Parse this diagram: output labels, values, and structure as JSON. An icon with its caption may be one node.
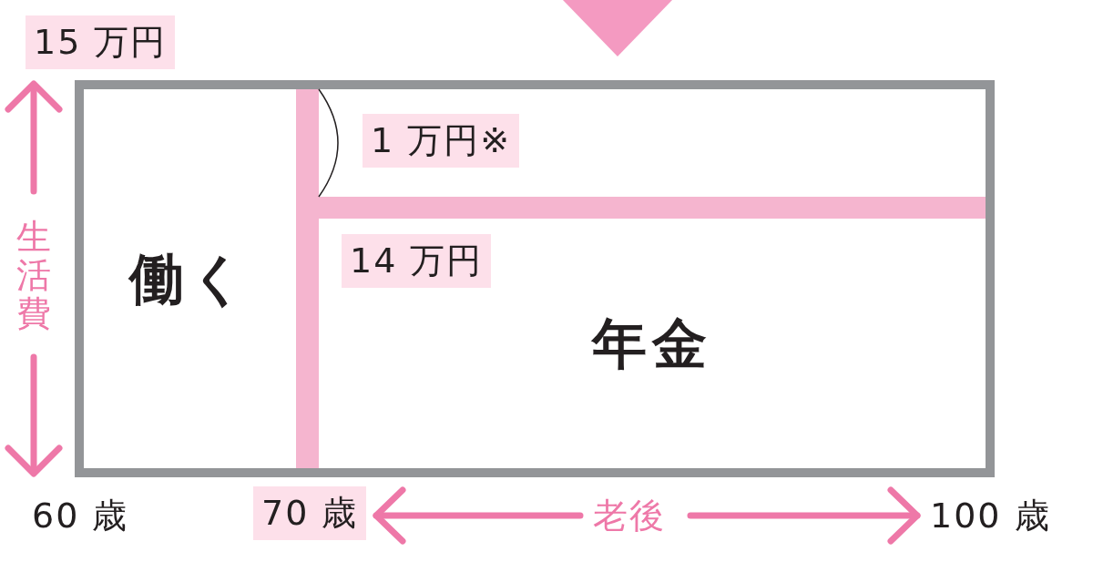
{
  "diagram": {
    "nodes": [
      {
        "text": [],
        "shape": "box"
      },
      {
        "text": [
          "働く"
        ],
        "in": 0
      },
      {
        "text": [
          "1 万円※"
        ],
        "in": 0
      },
      {
        "text": [
          "14 万円",
          "年金"
        ],
        "in": 0
      }
    ],
    "labels": [
      "15 万円",
      "生活費",
      "60 歳",
      "70 歳",
      "老後",
      "100 歳"
    ]
  }
}
